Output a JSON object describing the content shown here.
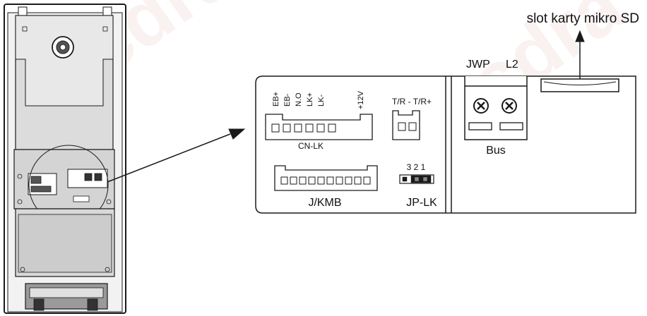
{
  "sd_slot_label": "slot karty mikro SD",
  "cn_lk": {
    "pins": [
      "EB+",
      "EB-",
      "N.O",
      "LK+",
      "LK-",
      "+12V"
    ],
    "label": "CN-LK"
  },
  "tr": {
    "label": "T/R - T/R+"
  },
  "j_kmb": {
    "label": "J/KMB"
  },
  "jp_lk": {
    "numbers": "3 2 1",
    "label": "JP-LK"
  },
  "terminal": {
    "jwp": "JWP",
    "l2": "L2",
    "bus": "Bus"
  },
  "watermark": "cdra",
  "colors": {
    "line": "#1a1a1a",
    "panel_fill": "#d8d8d8",
    "panel_dark": "#8a8a8a",
    "board_fill": "#ffffff",
    "watermark": "#f4e4e4"
  }
}
